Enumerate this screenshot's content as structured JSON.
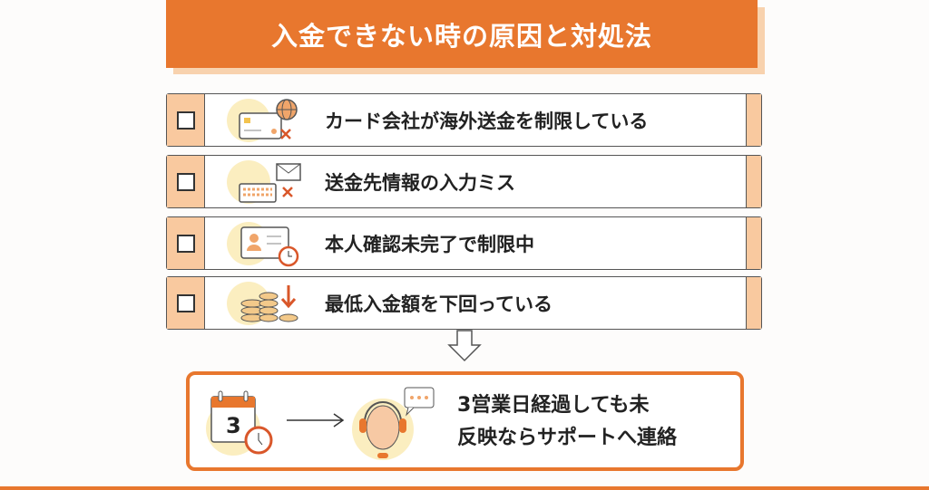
{
  "title": "入金できない時の原因と対処法",
  "causes": [
    {
      "label": "カード会社が海外送金を制限している",
      "icon": "credit-card-globe-icon"
    },
    {
      "label": "送金先情報の入力ミス",
      "icon": "keyboard-mail-icon"
    },
    {
      "label": "本人確認未完了で制限中",
      "icon": "id-card-clock-icon"
    },
    {
      "label": "最低入金額を下回っている",
      "icon": "coins-down-icon"
    }
  ],
  "result": {
    "calendar_day": "3",
    "line1": "3営業日経過しても未",
    "line2": "反映ならサポートへ連絡"
  },
  "colors": {
    "accent": "#e8772e",
    "peach": "#f9c99f",
    "yellow": "#fbeec0"
  }
}
